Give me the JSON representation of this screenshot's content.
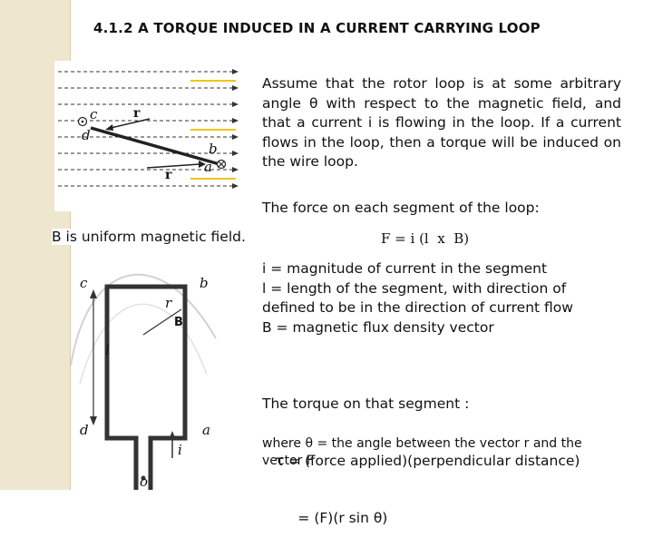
{
  "title": "4.1.2  A TORQUE INDUCED IN A CURRENT CARRYING LOOP",
  "para1": "Assume that the rotor loop is at some arbitrary angle θ with respect to the magnetic field, and that a current i is flowing in the loop. If a current flows in the loop, then a torque will be induced on the wire loop.",
  "para2": "The force on each segment of the loop:",
  "b_uniform": "B is uniform magnetic field.",
  "formula": "F = i (l  x  B)",
  "definitions": [
    "i = magnitude of current in the segment",
    "l = length of the segment, with direction of",
    "defined to be in the direction of current flow",
    "B = magnetic flux density vector"
  ],
  "torque_lines": [
    "The torque on that segment :",
    "   τ = (force applied)(perpendicular distance)",
    "        = (F)(r sin θ)"
  ],
  "where_text": "where θ = the angle between the vector r and the vector F",
  "fig1_labels": {
    "c": "c",
    "d": "d",
    "b": "b",
    "a": "a",
    "r_top": "r",
    "r_bottom": "r"
  },
  "fig2_labels": {
    "c": "c",
    "b": "b",
    "r": "r",
    "B": "B",
    "l": "l",
    "d": "d",
    "a": "a",
    "i": "i",
    "o": "o"
  },
  "colors": {
    "strip": "#efe6cf",
    "field_line": "#333333",
    "arrow_yellow": "#f1c40f",
    "loop": "#333333"
  }
}
